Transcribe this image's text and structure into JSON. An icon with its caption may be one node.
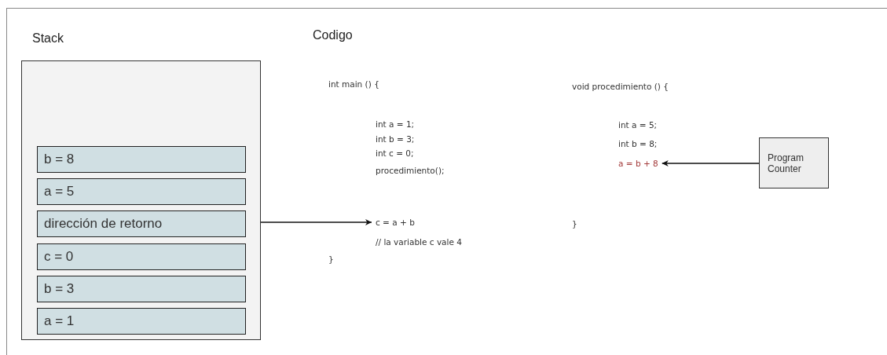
{
  "diagram": {
    "nodes": [
      {
        "text": [
          "Stack"
        ]
      },
      {
        "text": [
          "b = 8"
        ],
        "in": 0
      },
      {
        "text": [
          "a = 5"
        ],
        "in": 0
      },
      {
        "text": [
          "dirección de retorno"
        ],
        "in": 0
      },
      {
        "text": [
          "c = 0"
        ],
        "in": 0
      },
      {
        "text": [
          "b = 3"
        ],
        "in": 0
      },
      {
        "text": [
          "a = 1"
        ],
        "in": 0
      },
      {
        "text": [
          "c = a + b"
        ]
      },
      {
        "text": [
          "a = b + 8"
        ]
      },
      {
        "text": [
          "Program Counter"
        ]
      }
    ],
    "edges": [
      {
        "from": 3,
        "to": 7,
        "arrow": "to"
      },
      {
        "from": 9,
        "to": 8,
        "arrow": "to"
      }
    ],
    "labels": [
      "Codigo",
      "int main () {",
      "void procedimiento () {",
      "int a = 1;",
      "int b = 3;",
      "int c = 0;",
      "procedimiento();",
      "// la variable c vale 4",
      "}",
      "int a = 5;",
      "int b = 8;",
      "}"
    ]
  }
}
